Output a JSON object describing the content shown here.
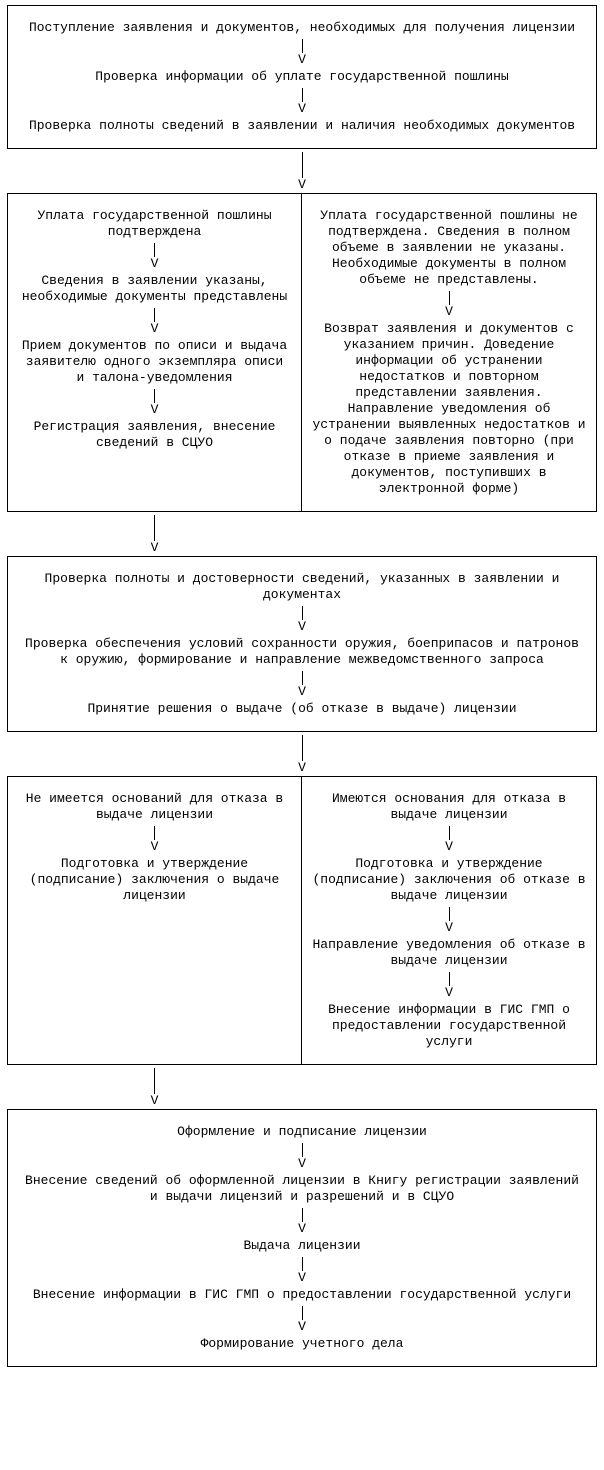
{
  "glyphs": {
    "arrow": "V"
  },
  "colors": {
    "border": "#000000",
    "text": "#000000",
    "background": "#ffffff"
  },
  "flow": {
    "block1": {
      "steps": [
        "Поступление заявления и документов, необходимых для получения лицензии",
        "Проверка информации об уплате государственной пошлины",
        "Проверка полноты сведений в заявлении и наличия необходимых документов"
      ]
    },
    "block2": {
      "left": {
        "steps": [
          "Уплата государственной пошлины подтверждена",
          "Сведения в заявлении указаны, необходимые документы представлены",
          "Прием документов по описи и выдача заявителю одного экземпляра описи и талона-уведомления",
          "Регистрация заявления, внесение сведений в СЦУО"
        ]
      },
      "right": {
        "steps": [
          "Уплата государственной пошлины не подтверждена. Сведения в полном объеме в заявлении не указаны. Необходимые документы в полном объеме не представлены.",
          "Возврат заявления и документов с указанием причин. Доведение информации об устранении недостатков и повторном представлении заявления. Направление уведомления об устранении выявленных недостатков и о подаче заявления повторно (при отказе в приеме заявления и документов, поступивших в электронной форме)"
        ]
      }
    },
    "block3": {
      "steps": [
        "Проверка полноты и достоверности сведений, указанных в заявлении и документах",
        "Проверка обеспечения условий сохранности оружия, боеприпасов и патронов к оружию, формирование и направление межведомственного запроса",
        "Принятие решения о выдаче (об отказе в выдаче) лицензии"
      ]
    },
    "block4": {
      "left": {
        "steps": [
          "Не имеется оснований для отказа в выдаче лицензии",
          "Подготовка и утверждение (подписание) заключения о выдаче лицензии"
        ]
      },
      "right": {
        "steps": [
          "Имеются основания для отказа в выдаче лицензии",
          "Подготовка и утверждение (подписание)  заключения об отказе в выдаче лицензии",
          "Направление уведомления об отказе в выдаче лицензии",
          "Внесение информации в ГИС ГМП о предоставлении государственной услуги"
        ]
      }
    },
    "block5": {
      "steps": [
        "Оформление и подписание лицензии",
        "Внесение сведений об оформленной лицензии в Книгу регистрации заявлений и выдачи лицензий и разрешений и в СЦУО",
        "Выдача лицензии",
        "Внесение информации в ГИС ГМП о предоставлении государственной услуги",
        "Формирование учетного дела"
      ]
    }
  }
}
